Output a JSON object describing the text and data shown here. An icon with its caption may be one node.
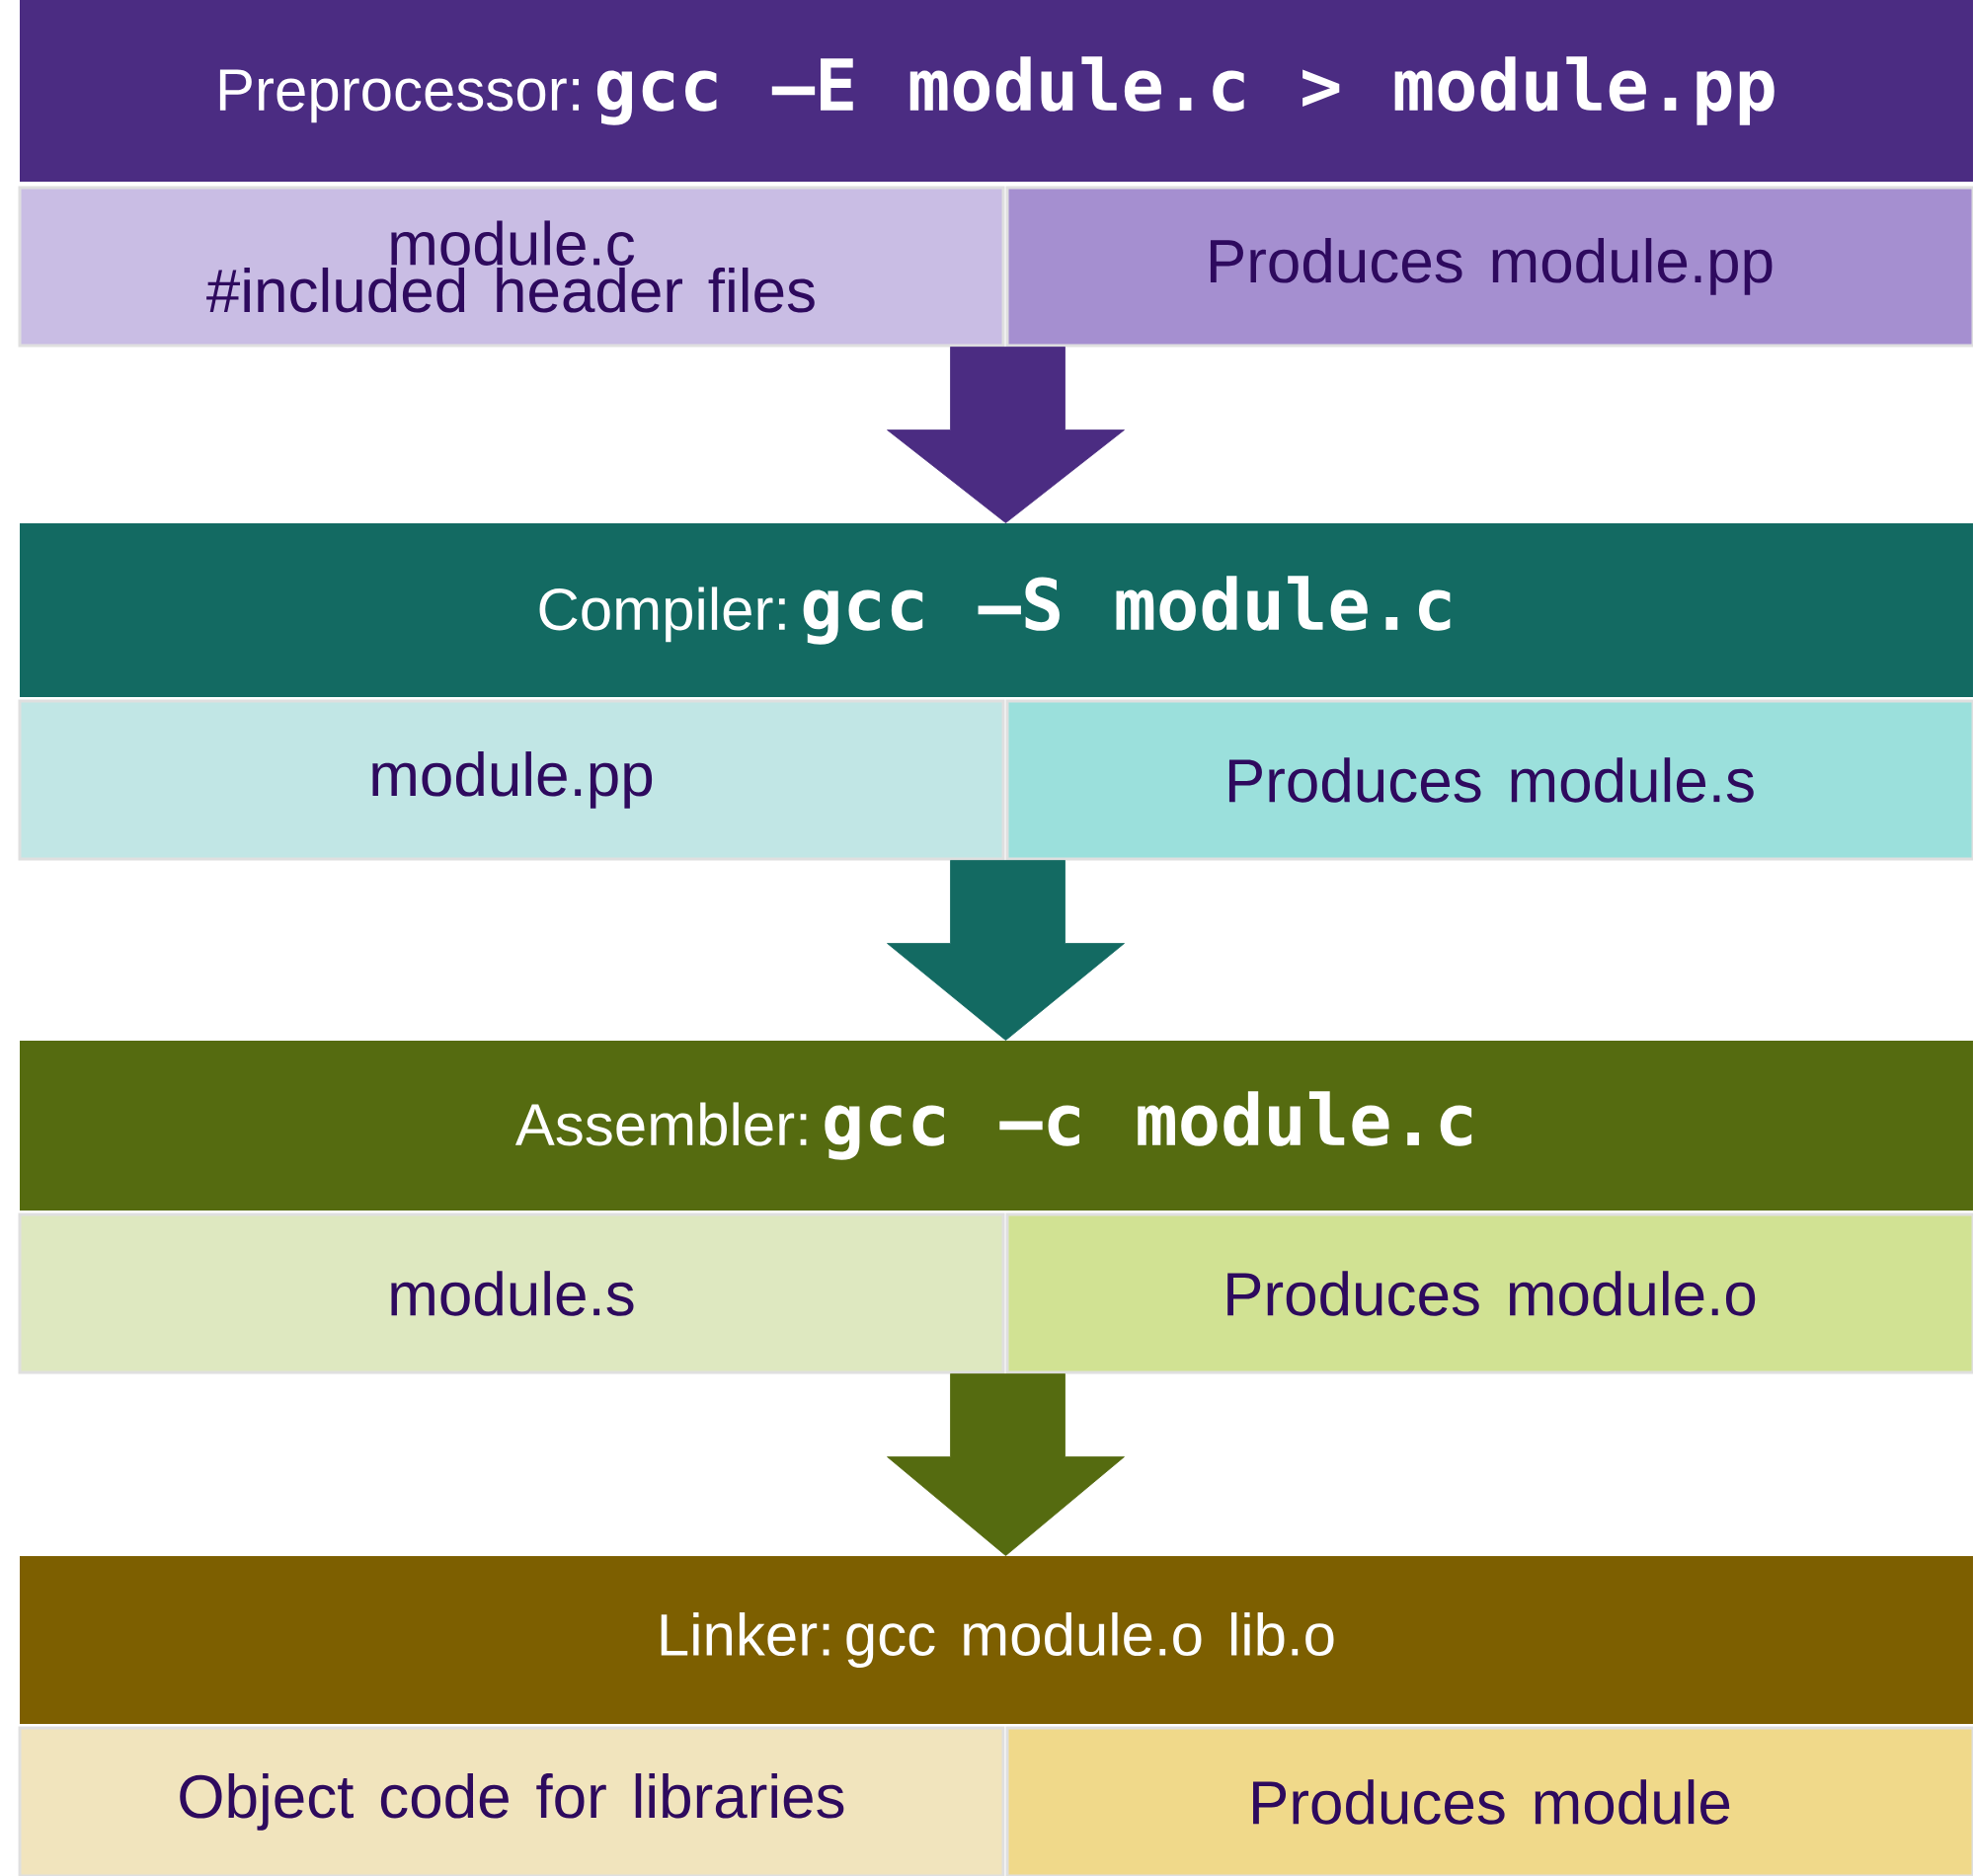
{
  "diagram": {
    "nodes": [
      {
        "text": [
          "Preprocessor:",
          "gcc –E module.c > module.pp"
        ]
      },
      {
        "text": [
          "module.c",
          "#included header files"
        ]
      },
      {
        "text": [
          "Produces module.pp"
        ]
      },
      {
        "text": [
          "Compiler:",
          "gcc –S module.c"
        ]
      },
      {
        "text": [
          "module.pp"
        ]
      },
      {
        "text": [
          "Produces module.s"
        ]
      },
      {
        "text": [
          "Assembler:",
          "gcc –c module.c"
        ]
      },
      {
        "text": [
          "module.s"
        ]
      },
      {
        "text": [
          "Produces module.o"
        ]
      },
      {
        "text": [
          "Linker: gcc module.o lib.o"
        ]
      },
      {
        "text": [
          "Object code for libraries"
        ]
      },
      {
        "text": [
          "Produces module"
        ]
      }
    ],
    "edges": [
      {
        "from": 2,
        "to": 3,
        "arrow": "to"
      },
      {
        "from": 5,
        "to": 6,
        "arrow": "to"
      },
      {
        "from": 8,
        "to": 9,
        "arrow": "to"
      }
    ]
  }
}
